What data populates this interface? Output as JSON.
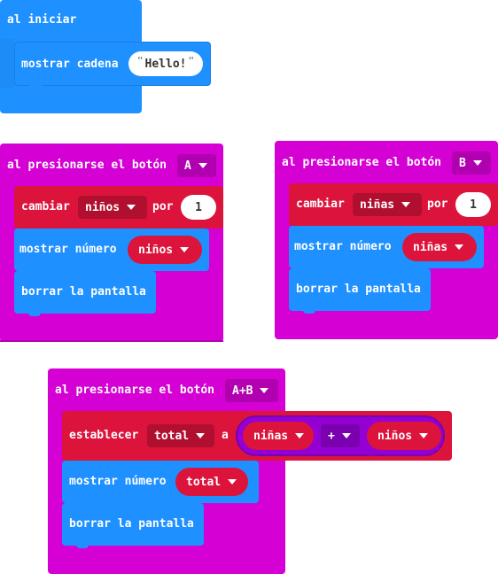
{
  "colors": {
    "basic": "#1e90ff",
    "input": "#d400d4",
    "variables": "#dc143c",
    "math": "#9400d3"
  },
  "on_start": {
    "label": "al iniciar",
    "show_string": {
      "label": "mostrar cadena",
      "value": "Hello!",
      "quote_open": "\"",
      "quote_close": "\""
    }
  },
  "button_a": {
    "label": "al presionarse el botón",
    "button": "A",
    "change": {
      "label": "cambiar",
      "variable": "niños",
      "by": "por",
      "value": "1"
    },
    "show_number": {
      "label": "mostrar número",
      "variable": "niños"
    },
    "clear": {
      "label": "borrar la pantalla"
    }
  },
  "button_b": {
    "label": "al presionarse el botón",
    "button": "B",
    "change": {
      "label": "cambiar",
      "variable": "niñas",
      "by": "por",
      "value": "1"
    },
    "show_number": {
      "label": "mostrar número",
      "variable": "niñas"
    },
    "clear": {
      "label": "borrar la pantalla"
    }
  },
  "button_ab": {
    "label": "al presionarse el botón",
    "button": "A+B",
    "set": {
      "label": "establecer",
      "variable": "total",
      "to": "a",
      "left": "niñas",
      "op": "+",
      "right": "niños"
    },
    "show_number": {
      "label": "mostrar número",
      "variable": "total"
    },
    "clear": {
      "label": "borrar la pantalla"
    }
  }
}
